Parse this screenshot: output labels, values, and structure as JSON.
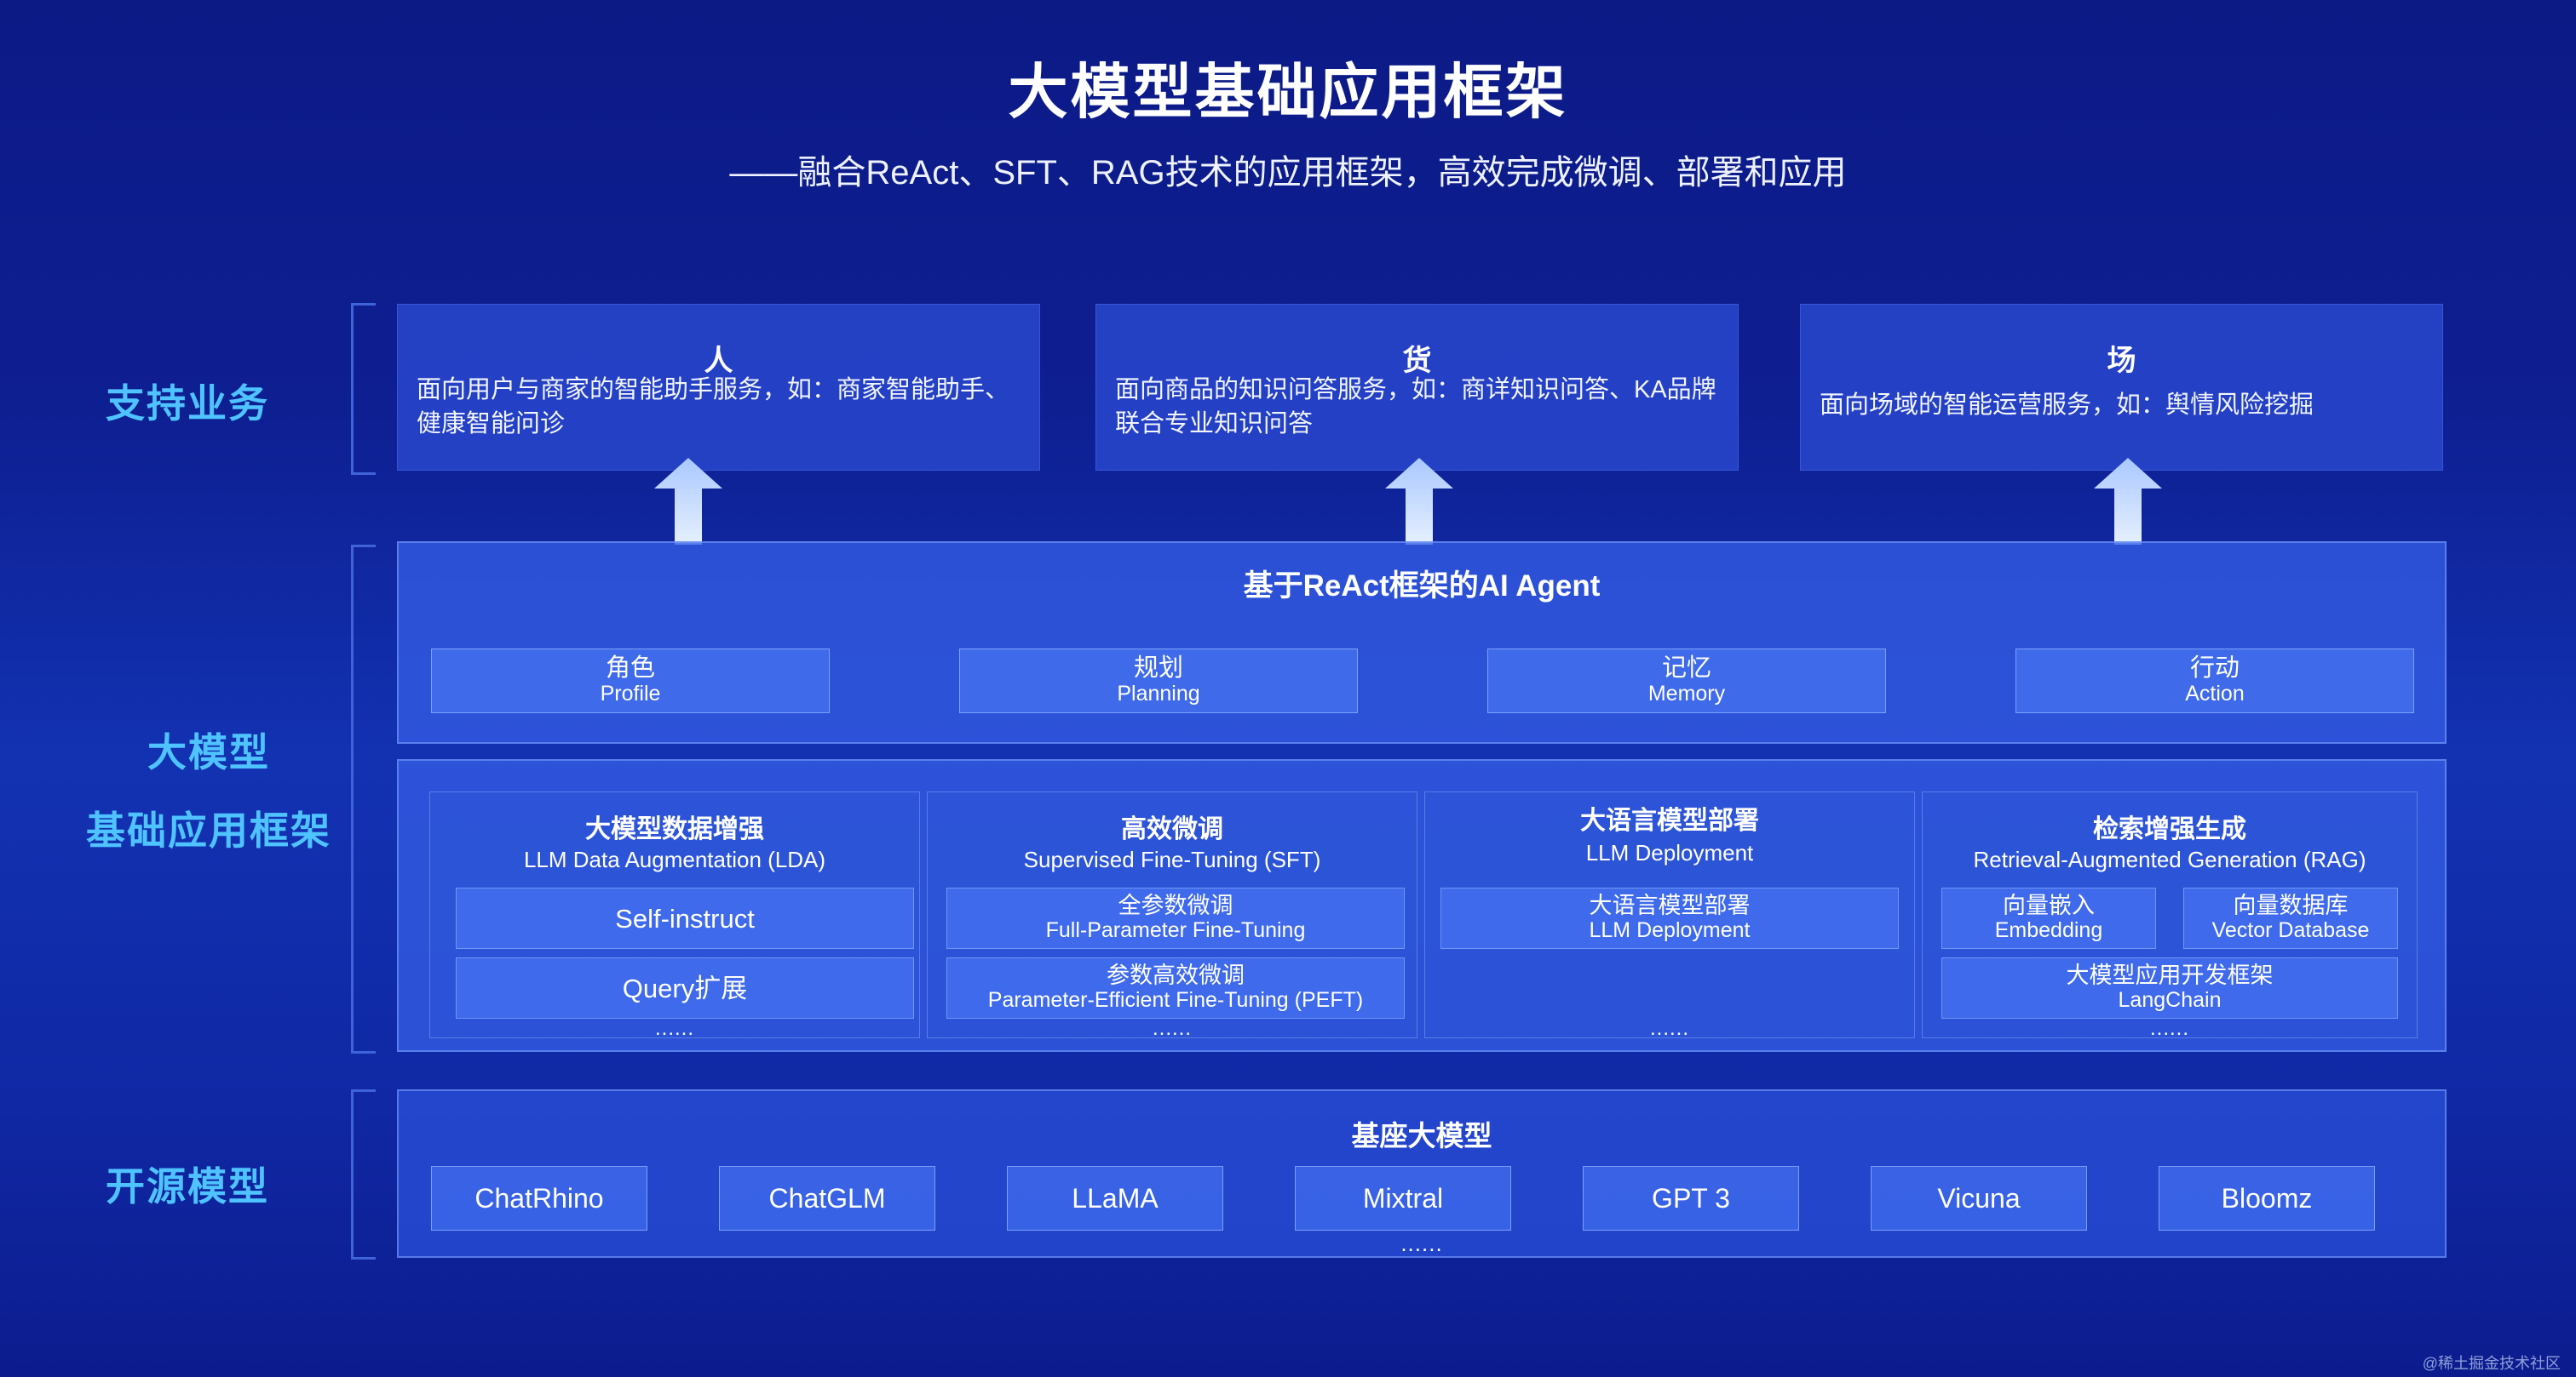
{
  "title": "大模型基础应用框架",
  "subtitle": "——融合ReAct、SFT、RAG技术的应用框架，高效完成微调、部署和应用",
  "side_labels": {
    "business": "支持业务",
    "llm_line1": "大模型",
    "llm_line2": "基础应用框架",
    "open_source": "开源模型"
  },
  "business": [
    {
      "title": "人",
      "desc": "面向用户与商家的智能助手服务，如：商家智能助手、健康智能问诊"
    },
    {
      "title": "货",
      "desc": "面向商品的知识问答服务，如：商详知识问答、KA品牌联合专业知识问答"
    },
    {
      "title": "场",
      "desc": "面向场域的智能运营服务，如：舆情风险挖掘"
    }
  ],
  "agent": {
    "title": "基于ReAct框架的AI Agent",
    "items": [
      {
        "cn": "角色",
        "en": "Profile"
      },
      {
        "cn": "规划",
        "en": "Planning"
      },
      {
        "cn": "记忆",
        "en": "Memory"
      },
      {
        "cn": "行动",
        "en": "Action"
      }
    ]
  },
  "framework": {
    "lda": {
      "title": "大模型数据增强",
      "subtitle": "LLM Data Augmentation (LDA)",
      "items": [
        "Self-instruct",
        "Query扩展"
      ],
      "more": "......"
    },
    "sft": {
      "title": "高效微调",
      "subtitle": "Supervised Fine-Tuning (SFT)",
      "items": [
        {
          "cn": "全参数微调",
          "en": "Full-Parameter Fine-Tuning"
        },
        {
          "cn": "参数高效微调",
          "en": "Parameter-Efficient Fine-Tuning (PEFT)"
        }
      ],
      "more": "......"
    },
    "deploy": {
      "title": "大语言模型部署",
      "subtitle": "LLM Deployment",
      "items": [
        {
          "cn": "大语言模型部署",
          "en": "LLM Deployment"
        }
      ],
      "more": "......"
    },
    "rag": {
      "title": "检索增强生成",
      "subtitle": "Retrieval-Augmented Generation (RAG)",
      "items": [
        {
          "cn": "向量嵌入",
          "en": "Embedding"
        },
        {
          "cn": "向量数据库",
          "en": "Vector Database"
        },
        {
          "cn": "大模型应用开发框架",
          "en": "LangChain"
        }
      ],
      "more": "......"
    }
  },
  "base_models": {
    "title": "基座大模型",
    "items": [
      "ChatRhino",
      "ChatGLM",
      "LLaMA",
      "Mixtral",
      "GPT 3",
      "Vicuna",
      "Bloomz"
    ],
    "more": "......"
  },
  "watermark": "@稀土掘金技术社区",
  "colors": {
    "background": "#0e1f92",
    "side_label": "#4fc3ff",
    "arrow": "#cfe3ff"
  }
}
